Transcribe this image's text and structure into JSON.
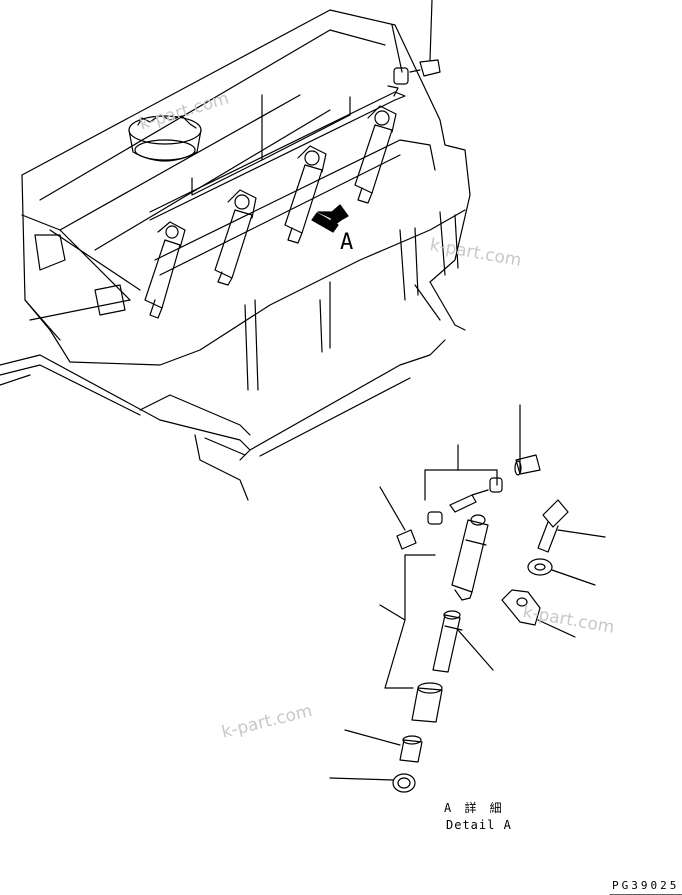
{
  "callout": {
    "letter": "A"
  },
  "detail": {
    "title_jp": "A 詳 細",
    "title_en": "Detail A"
  },
  "drawing_code": "PG39025",
  "watermarks": [
    "k-part.com",
    "k-part.com",
    "k-part.com",
    "k-part.com"
  ]
}
